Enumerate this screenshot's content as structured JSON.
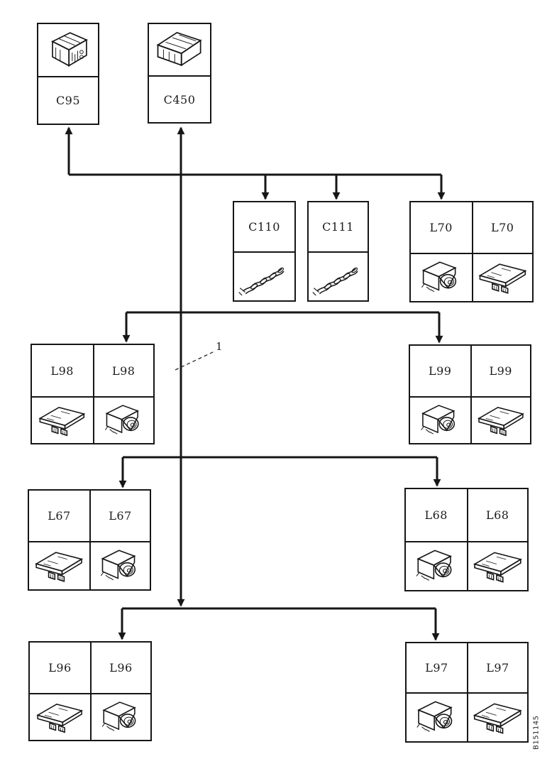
{
  "figure": {
    "code": "B151145",
    "callout_label": "1"
  },
  "diagram": {
    "background_color": "#ffffff",
    "line_color": "#161616",
    "nodes": [
      {
        "id": "c95",
        "kind": "connector",
        "label_pos": "bottom",
        "cells": [
          {
            "label": "C95",
            "symbol": "connector-block-icon"
          }
        ]
      },
      {
        "id": "c450",
        "kind": "connector",
        "label_pos": "bottom",
        "cells": [
          {
            "label": "C450",
            "symbol": "connector-block-wide-icon"
          }
        ]
      },
      {
        "id": "c110",
        "kind": "splice",
        "label_pos": "top",
        "cells": [
          {
            "label": "C110",
            "symbol": "twisted-wires-icon"
          }
        ]
      },
      {
        "id": "c111",
        "kind": "splice",
        "label_pos": "top",
        "cells": [
          {
            "label": "C111",
            "symbol": "twisted-wires-icon"
          }
        ]
      },
      {
        "id": "l70",
        "kind": "lamp",
        "label_pos": "top",
        "cells": [
          {
            "label": "L70",
            "symbol": "lamp-housing-icon"
          },
          {
            "label": "L70",
            "symbol": "lamp-bracket-icon"
          }
        ]
      },
      {
        "id": "l98",
        "kind": "lamp",
        "label_pos": "top",
        "cells": [
          {
            "label": "L98",
            "symbol": "lamp-bracket-icon"
          },
          {
            "label": "L98",
            "symbol": "lamp-housing-icon"
          }
        ]
      },
      {
        "id": "l99",
        "kind": "lamp",
        "label_pos": "top",
        "cells": [
          {
            "label": "L99",
            "symbol": "lamp-housing-icon"
          },
          {
            "label": "L99",
            "symbol": "lamp-bracket-icon"
          }
        ]
      },
      {
        "id": "l67",
        "kind": "lamp",
        "label_pos": "top",
        "cells": [
          {
            "label": "L67",
            "symbol": "lamp-bracket-icon"
          },
          {
            "label": "L67",
            "symbol": "lamp-housing-icon"
          }
        ]
      },
      {
        "id": "l68",
        "kind": "lamp",
        "label_pos": "top",
        "cells": [
          {
            "label": "L68",
            "symbol": "lamp-housing-icon"
          },
          {
            "label": "L68",
            "symbol": "lamp-bracket-icon"
          }
        ]
      },
      {
        "id": "l96",
        "kind": "lamp",
        "label_pos": "top",
        "cells": [
          {
            "label": "L96",
            "symbol": "lamp-bracket-icon"
          },
          {
            "label": "L96",
            "symbol": "lamp-housing-icon"
          }
        ]
      },
      {
        "id": "l97",
        "kind": "lamp",
        "label_pos": "top",
        "cells": [
          {
            "label": "L97",
            "symbol": "lamp-housing-icon"
          },
          {
            "label": "L97",
            "symbol": "lamp-bracket-icon"
          }
        ]
      }
    ]
  }
}
